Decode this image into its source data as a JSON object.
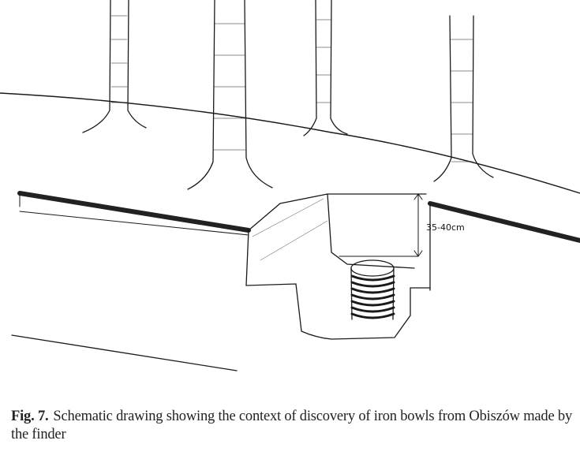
{
  "figure": {
    "depth_label": "35-40cm"
  },
  "caption": {
    "number": "Fig. 7.",
    "text": "Schematic drawing showing the context of discovery of iron bowls from Obiszów made by the finder"
  }
}
